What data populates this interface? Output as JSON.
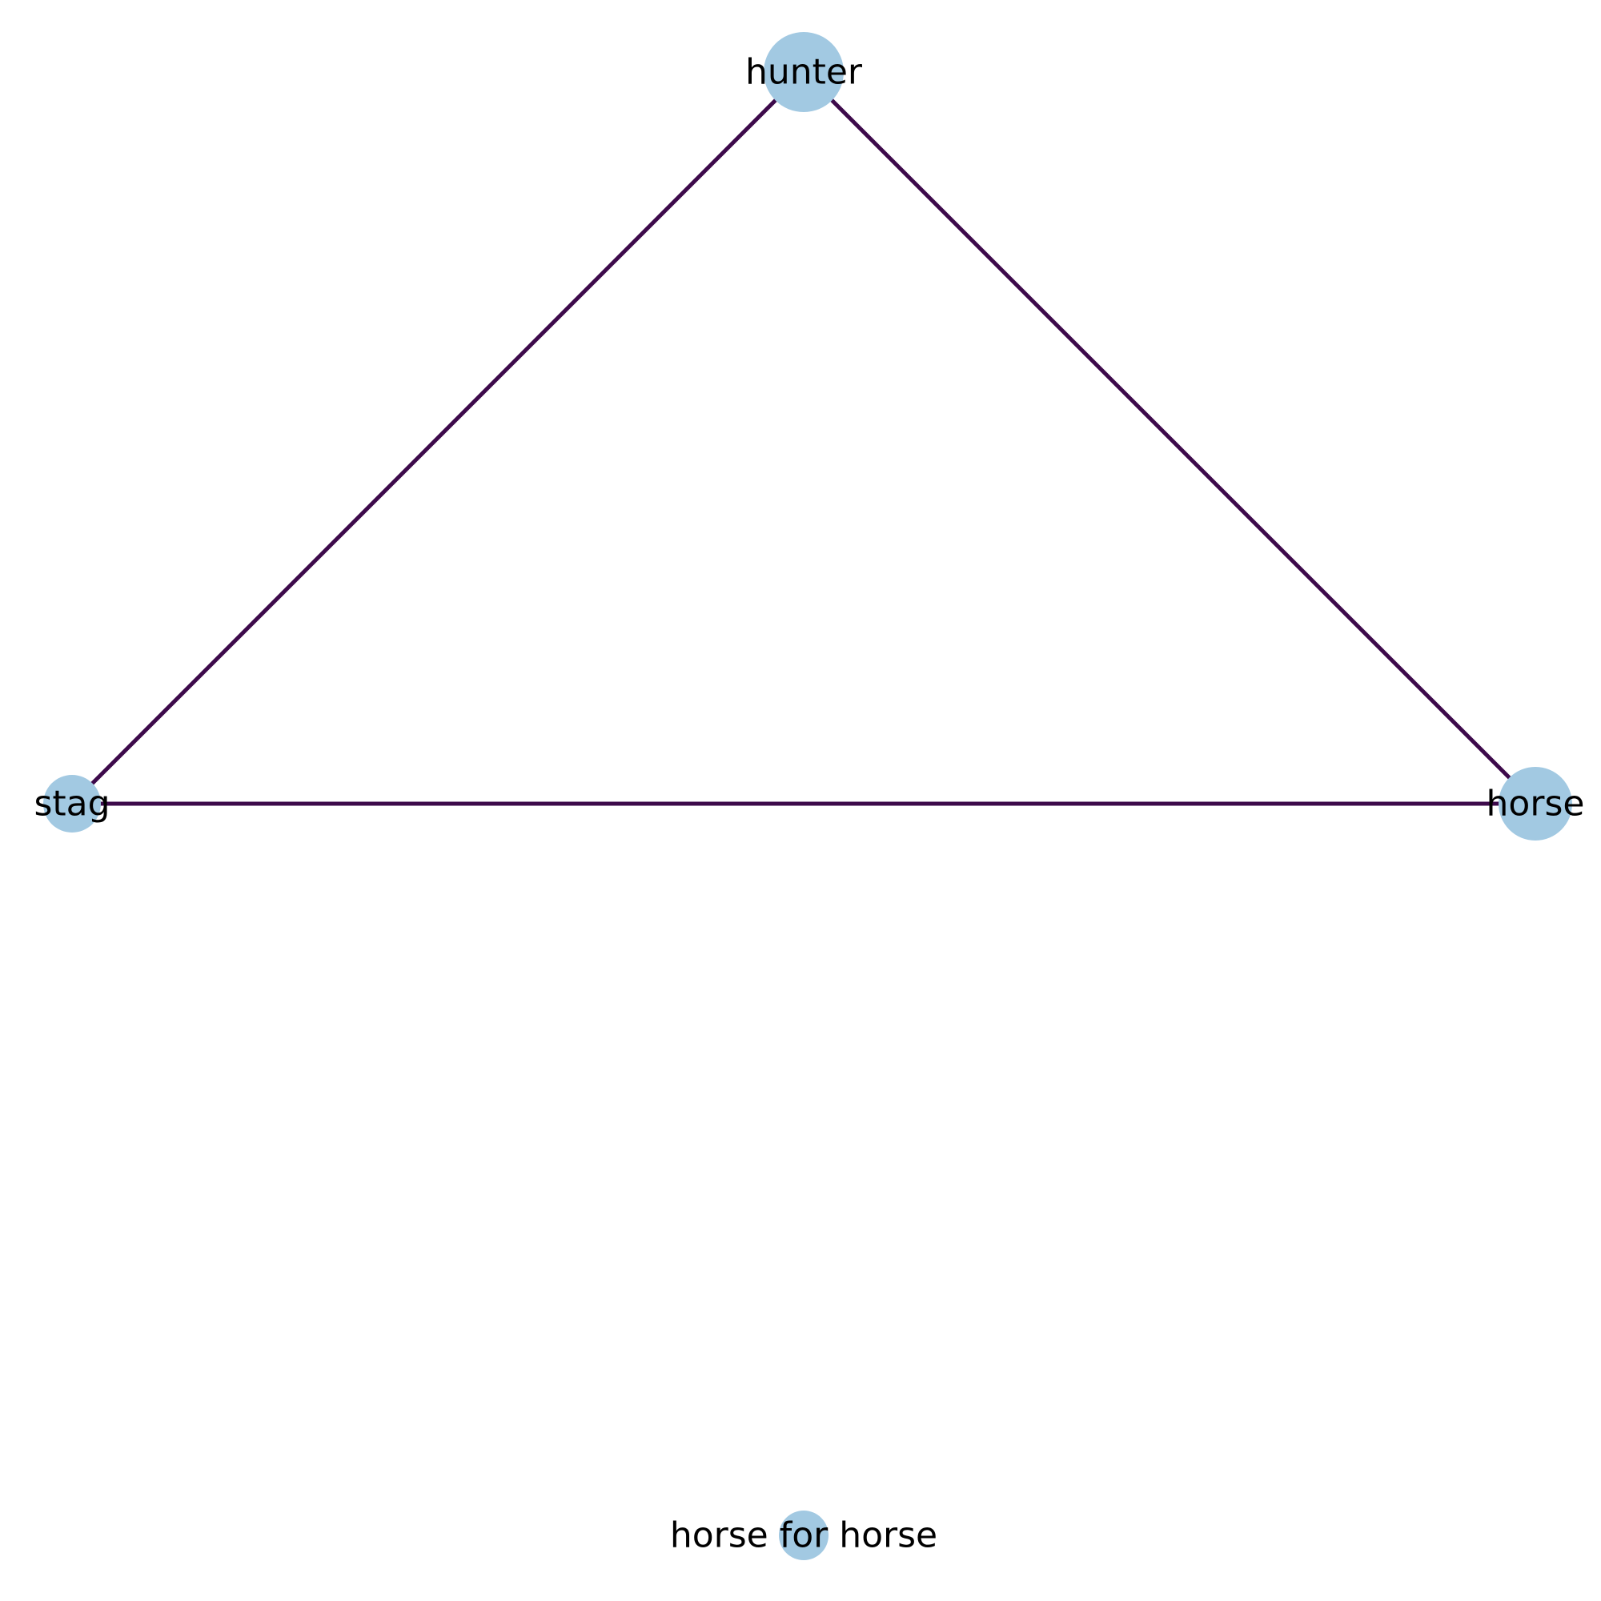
{
  "graph": {
    "colors": {
      "node_fill": "#a2c9e2",
      "edge_stroke": "#3d0a4b",
      "label_text": "#000000",
      "background": "#ffffff"
    },
    "nodes": [
      {
        "id": "hunter",
        "label": "hunter"
      },
      {
        "id": "stag",
        "label": "stag"
      },
      {
        "id": "horse",
        "label": "horse"
      },
      {
        "id": "horse-for-horse",
        "label": "horse for horse"
      }
    ],
    "edges": [
      {
        "source": "hunter",
        "target": "stag"
      },
      {
        "source": "hunter",
        "target": "horse"
      },
      {
        "source": "stag",
        "target": "horse"
      }
    ]
  }
}
